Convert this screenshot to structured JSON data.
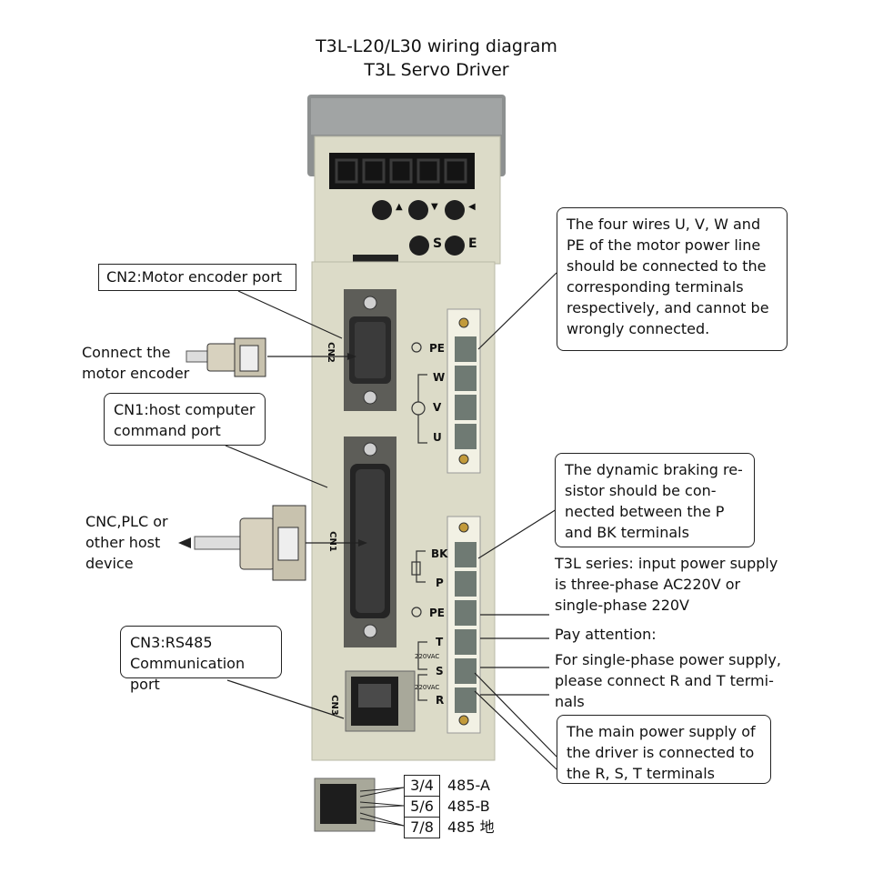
{
  "title": {
    "line1": "T3L-L20/L30 wiring diagram",
    "line2": "T3L Servo Driver"
  },
  "buttons": {
    "up": "▲",
    "down": "▼",
    "left": "◀",
    "set": "S",
    "enter": "E"
  },
  "ports": {
    "cn2": "CN2",
    "cn1": "CN1",
    "cn3": "CN3"
  },
  "callouts": {
    "cn2_label": "CN2:Motor encoder port",
    "connect_encoder": "Connect the\nmotor encoder",
    "cn1_label": "CN1:host computer\ncommand port",
    "host_device": "CNC,PLC or\nother host\ndevice",
    "cn3_label": "CN3:RS485\nCommunication port",
    "motor_power_note": "The four wires U, V, W and\nPE of the motor power line\nshould be connected to the\ncorresponding terminals\nrespectively, and cannot be\nwrongly connected.",
    "braking_note": "The dynamic braking re-\nsistor should be con-\nnected between the P\nand BK terminals",
    "input_power_note": "T3L series: input power supply\nis three-phase AC220V or\nsingle-phase 220V",
    "attention_note": "Pay attention:",
    "single_phase_note": "For single-phase power supply,\nplease connect R and T termi-\nnals",
    "main_power_note": "The main power supply of\nthe driver is connected to\nthe R, S, T terminals"
  },
  "motor_terminals": [
    "PE",
    "W",
    "V",
    "U"
  ],
  "power_terminals": [
    "BK",
    "P",
    "PE",
    "T",
    "S",
    "R"
  ],
  "voltage_labels": [
    "220VAC",
    "220VAC"
  ],
  "rs485_pins": [
    {
      "pins": "3/4",
      "signal": "485-A"
    },
    {
      "pins": "5/6",
      "signal": "485-B"
    },
    {
      "pins": "7/8",
      "signal": "485 地"
    }
  ],
  "colors": {
    "housing": "#dcdbc8",
    "housing_edge": "#b9b8a6",
    "cover": "#8a8c8c",
    "display": "#141414",
    "terminal": "#6f7a73"
  }
}
